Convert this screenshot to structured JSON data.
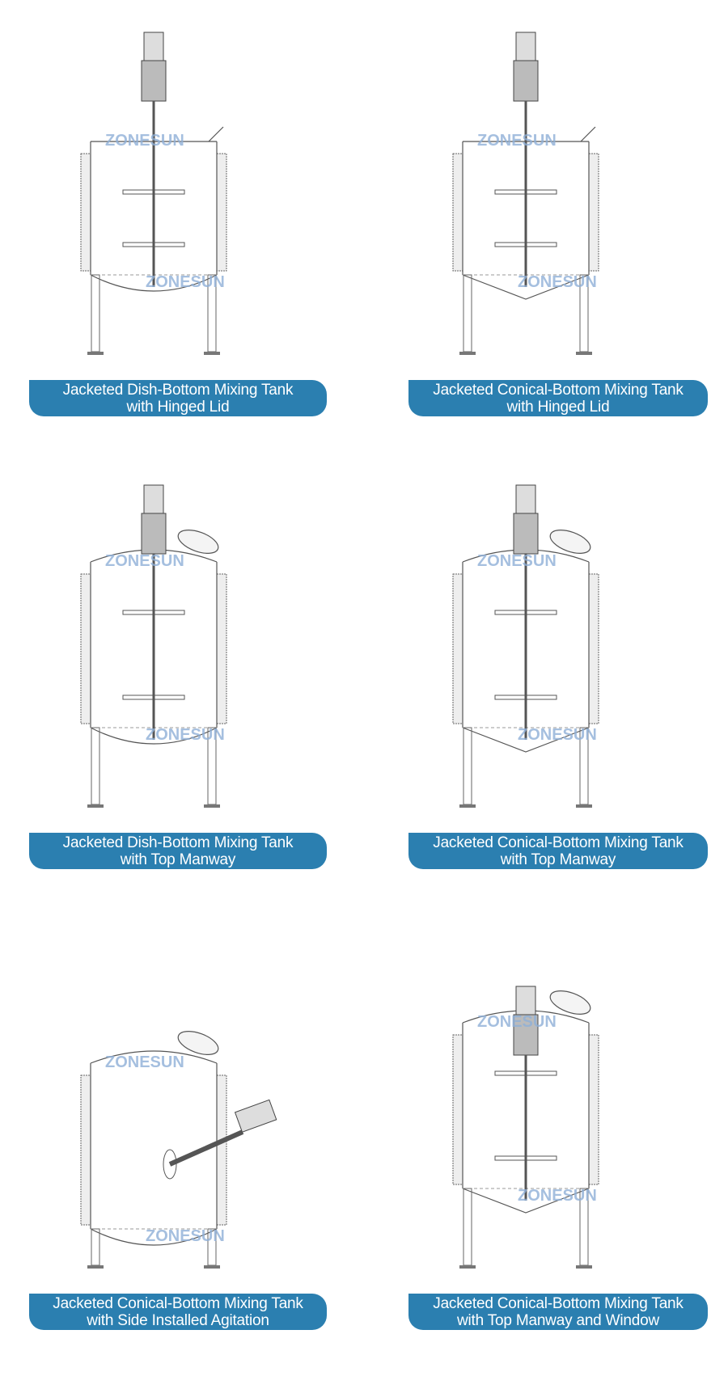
{
  "watermark": "ZONESUN",
  "accent_color": "#2b7fb0",
  "tanks": [
    {
      "line1": "Jacketed Dish-Bottom Mixing Tank",
      "line2": "with Hinged Lid",
      "bottom": "dish",
      "top": "lid",
      "agitator": "top"
    },
    {
      "line1": "Jacketed Conical-Bottom Mixing Tank",
      "line2": "with Hinged Lid",
      "bottom": "cone",
      "top": "lid",
      "agitator": "top"
    },
    {
      "line1": "Jacketed Dish-Bottom Mixing Tank",
      "line2": "with Top Manway",
      "bottom": "dish",
      "top": "manway",
      "agitator": "top"
    },
    {
      "line1": "Jacketed Conical-Bottom Mixing Tank",
      "line2": "with Top Manway",
      "bottom": "cone",
      "top": "manway",
      "agitator": "top"
    },
    {
      "line1": "Jacketed Conical-Bottom Mixing Tank",
      "line2": "with Side Installed Agitation",
      "bottom": "dish",
      "top": "manway",
      "agitator": "side"
    },
    {
      "line1": "Jacketed Conical-Bottom Mixing Tank",
      "line2": "with Top Manway and Window",
      "bottom": "cone",
      "top": "manway",
      "agitator": "top-short"
    }
  ]
}
